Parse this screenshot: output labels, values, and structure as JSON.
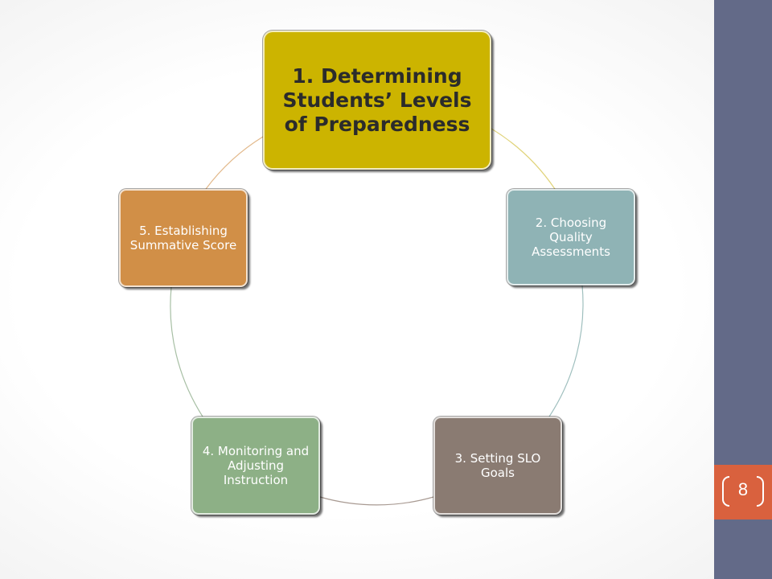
{
  "diagram": {
    "type": "cycle",
    "nodes": [
      {
        "id": "n1",
        "label": "1. Determining Students’ Levels of Preparedness",
        "color": "#ccb400"
      },
      {
        "id": "n2",
        "label": "2. Choosing Quality Assessments",
        "color": "#8fb3b5"
      },
      {
        "id": "n3",
        "label": "3. Setting SLO Goals",
        "color": "#8a7b72"
      },
      {
        "id": "n4",
        "label": "4. Monitoring and Adjusting Instruction",
        "color": "#8db086"
      },
      {
        "id": "n5",
        "label": "5. Establishing Summative Score",
        "color": "#d18f47"
      }
    ],
    "connector_colors": [
      "#e0d37a",
      "#9fbfbe",
      "#a89a92",
      "#a7bfa4",
      "#e2b88a"
    ]
  },
  "slide": {
    "page_number": "8",
    "sidebar_color": "#636a88",
    "badge_color": "#d9613e"
  }
}
